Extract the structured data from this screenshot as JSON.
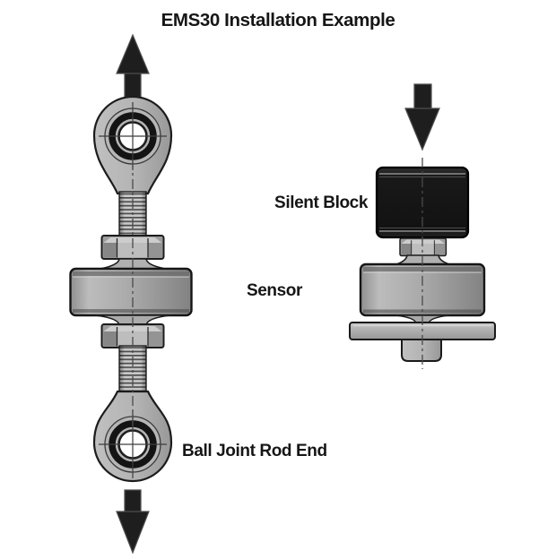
{
  "diagram": {
    "title": "EMS30 Installation Example",
    "labels": {
      "silent_block": "Silent Block",
      "sensor": "Sensor",
      "ball_joint_rod_end": "Ball Joint Rod End"
    },
    "icons": {
      "up_arrow": "load-direction-up-arrow",
      "down_arrow_left": "load-direction-down-arrow",
      "down_arrow_right": "load-direction-down-arrow"
    },
    "colors": {
      "background": "#ffffff",
      "text": "#161616",
      "outline": "#1c1c1c",
      "steel_gray": "#b0b0b0",
      "steel_dark": "#848484",
      "silent_block_black": "#171717",
      "centerline": "#4a4a4a"
    }
  }
}
